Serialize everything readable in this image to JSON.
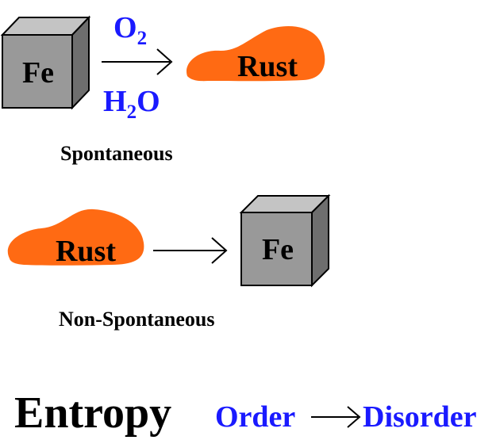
{
  "row1": {
    "reactant": "Fe",
    "product": "Rust",
    "reagent_top": {
      "base": "O",
      "sub": "2"
    },
    "reagent_bottom": {
      "a": "H",
      "sub": "2",
      "b": "O"
    },
    "caption": "Spontaneous"
  },
  "row2": {
    "reactant": "Rust",
    "product": "Fe",
    "caption": "Non-Spontaneous"
  },
  "bottom": {
    "title": "Entropy",
    "from": "Order",
    "to": "Disorder"
  },
  "colors": {
    "cube_front": "#999999",
    "cube_top": "#c4c4c4",
    "cube_side": "#6e6e6e",
    "rust": "#ff6a13",
    "accent_blue": "#1a1aff"
  },
  "icons": [
    "iron-cube-icon",
    "rust-blob-icon",
    "right-arrow-icon"
  ]
}
